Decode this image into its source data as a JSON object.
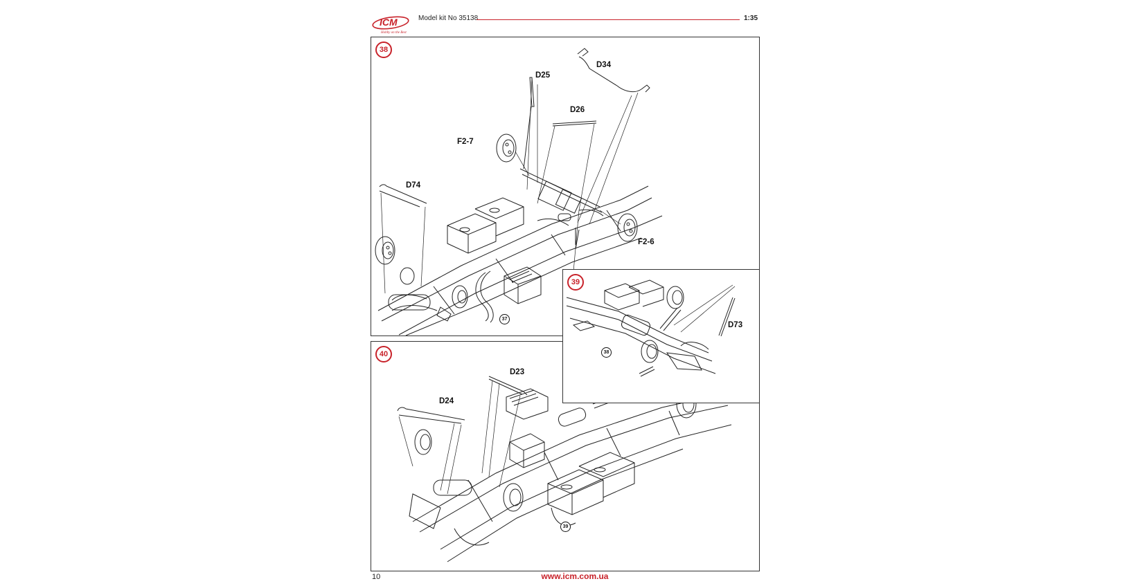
{
  "header": {
    "brand": "ICM",
    "tagline": "Hobby on the Best",
    "kit_label": "Model kit No 35138",
    "scale": "1:35",
    "accent_color": "#c8222a"
  },
  "steps": {
    "s38": {
      "number": "38",
      "labels": {
        "d25": "D25",
        "d34": "D34",
        "d26": "D26",
        "f27": "F2-7",
        "d74": "D74",
        "f26": "F2-6"
      },
      "ref": "37"
    },
    "s39": {
      "number": "39",
      "labels": {
        "d73": "D73"
      },
      "ref": "38"
    },
    "s40": {
      "number": "40",
      "labels": {
        "d23": "D23",
        "d24": "D24"
      },
      "ref": "39"
    }
  },
  "footer": {
    "page_number": "10",
    "website": "www.icm.com.ua"
  }
}
